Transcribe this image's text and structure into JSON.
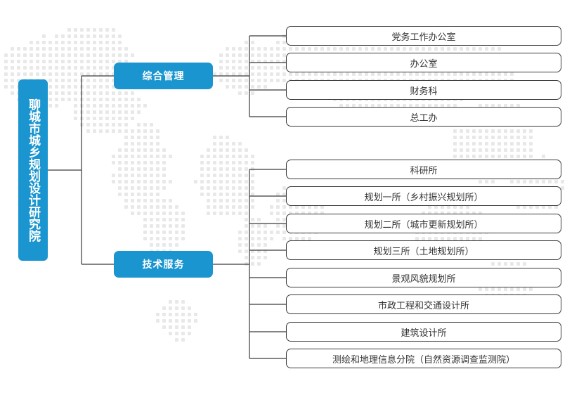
{
  "root": {
    "label": "聊城市城乡规划设计研究院"
  },
  "categories": [
    {
      "label": "综合管理",
      "children": [
        "党务工作办公室",
        "办公室",
        "财务科",
        "总工办"
      ]
    },
    {
      "label": "技术服务",
      "children": [
        "科研所",
        "规划一所（乡村振兴规划所）",
        "规划二所（城市更新规划所）",
        "规划三所（土地规划所）",
        "景观风貌规划所",
        "市政工程和交通设计所",
        "建筑设计所",
        "测绘和地理信息分院（自然资源调查监测院）"
      ]
    }
  ],
  "colors": {
    "accent": "#1a95cf",
    "line": "#3a3a3a",
    "map_dots": "#e8e8e8"
  }
}
